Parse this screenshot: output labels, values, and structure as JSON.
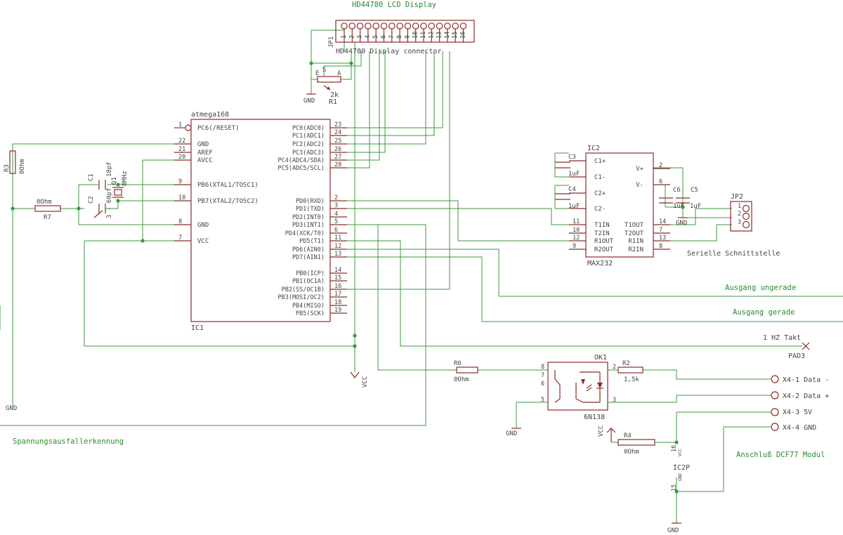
{
  "labels": {
    "gnd": "GND",
    "vcc": "VCC"
  },
  "lcd": {
    "title": "HD44780 LCD Display",
    "connector_label": "HD44780 Display connector",
    "ref": "JP1",
    "pins": [
      "1",
      "2",
      "3",
      "4",
      "5",
      "6",
      "7",
      "8",
      "9",
      "10",
      "11",
      "12",
      "13",
      "14",
      "15",
      "16"
    ]
  },
  "r1": {
    "ref": "R1",
    "value": "2k",
    "pin_e": "E",
    "pin_s": "S",
    "pin_a": "A"
  },
  "ic1": {
    "name": "atmega168",
    "ref": "IC1",
    "left_pins": [
      {
        "num": "1",
        "name": "PC6(/RESET)"
      },
      {
        "num": "22",
        "name": "GND"
      },
      {
        "num": "21",
        "name": "AREF"
      },
      {
        "num": "20",
        "name": "AVCC"
      },
      {
        "num": "9",
        "name": "PB6(XTAL1/TOSC1)"
      },
      {
        "num": "10",
        "name": "PB7(XTAL2/TOSC2)"
      },
      {
        "num": "8",
        "name": "GND"
      },
      {
        "num": "7",
        "name": "VCC"
      }
    ],
    "right_pins": [
      {
        "num": "23",
        "name": "PC0(ADC0)"
      },
      {
        "num": "24",
        "name": "PC1(ADC1)"
      },
      {
        "num": "25",
        "name": "PC2(ADC2)"
      },
      {
        "num": "26",
        "name": "PC3(ADC3)"
      },
      {
        "num": "27",
        "name": "PC4(ADC4/SDA)"
      },
      {
        "num": "28",
        "name": "PC5(ADC5/SCL)"
      },
      {
        "num": "2",
        "name": "PD0(RXD)"
      },
      {
        "num": "3",
        "name": "PD1(TXD)"
      },
      {
        "num": "4",
        "name": "PD2(INT0)"
      },
      {
        "num": "5",
        "name": "PD3(INT1)"
      },
      {
        "num": "6",
        "name": "PD4(XCK/T0)"
      },
      {
        "num": "11",
        "name": "PD5(T1)"
      },
      {
        "num": "12",
        "name": "PD6(AIN0)"
      },
      {
        "num": "13",
        "name": "PD7(AIN1)"
      },
      {
        "num": "14",
        "name": "PB0(ICP)"
      },
      {
        "num": "15",
        "name": "PB1(OC1A)"
      },
      {
        "num": "16",
        "name": "PB2(SS/OC1B)"
      },
      {
        "num": "17",
        "name": "PB3(MOSI/OC2)"
      },
      {
        "num": "18",
        "name": "PB4(MISO)"
      },
      {
        "num": "19",
        "name": "PB5(SCK)"
      }
    ]
  },
  "r3": {
    "ref": "R3",
    "value": "0Ohm"
  },
  "r7": {
    "ref": "R7",
    "value": "0Ohm"
  },
  "c1": {
    "ref": "C1",
    "value": "18pf"
  },
  "c2": {
    "ref": "C2",
    "value": "3 - 60pf"
  },
  "q1": {
    "ref": "Q1",
    "value": "8MHz"
  },
  "ic2": {
    "ref": "IC2",
    "name": "MAX232",
    "left_pins": [
      {
        "num": "",
        "name": "C1+"
      },
      {
        "num": "",
        "name": "C1-"
      },
      {
        "num": "",
        "name": "C2+"
      },
      {
        "num": "",
        "name": "C2-"
      },
      {
        "num": "11",
        "name": "T1IN"
      },
      {
        "num": "10",
        "name": "T2IN"
      },
      {
        "num": "12",
        "name": "R1OUT"
      },
      {
        "num": "9",
        "name": "R2OUT"
      }
    ],
    "right_pins": [
      {
        "num": "2",
        "name": "V+"
      },
      {
        "num": "6",
        "name": "V-"
      },
      {
        "num": "14",
        "name": "T1OUT"
      },
      {
        "num": "7",
        "name": "T2OUT"
      },
      {
        "num": "13",
        "name": "R1IN"
      },
      {
        "num": "8",
        "name": "R2IN"
      }
    ]
  },
  "c3": {
    "ref": "C3",
    "value": "1uF"
  },
  "c4": {
    "ref": "C4",
    "value": "1uF"
  },
  "c5": {
    "ref": "C5",
    "value": "1uF"
  },
  "c6": {
    "ref": "C6",
    "value": "1uF"
  },
  "jp2": {
    "ref": "JP2",
    "label": "Serielle Schnittstelle",
    "pins": [
      "1",
      "2",
      "3"
    ]
  },
  "outputs": {
    "odd": "Ausgang ungerade",
    "even": "Ausgang gerade",
    "clock": "1 HZ Takt",
    "pad": "PAD3",
    "power_fail": "Spannungsausfallerkennung"
  },
  "r6": {
    "ref": "R6",
    "value": "0Ohm"
  },
  "ok1": {
    "ref": "OK1",
    "name": "6N138",
    "pins": [
      "8",
      "7",
      "6",
      "5",
      "2",
      "3"
    ]
  },
  "r2": {
    "ref": "R2",
    "value": "1,5k"
  },
  "r4": {
    "ref": "R4",
    "value": "0Ohm"
  },
  "ic2p": {
    "ref": "IC2P",
    "pin_vcc": "16",
    "pin_gnd": "15",
    "vcc_tag": "VCC",
    "gnd_tag": "GND"
  },
  "x4": {
    "t1": "X4-1 Data -",
    "t2": "X4-2 Data +",
    "t3": "X4-3 5V",
    "t4": "X4-4 GND",
    "label": "Anschluß DCF77 Modul"
  }
}
